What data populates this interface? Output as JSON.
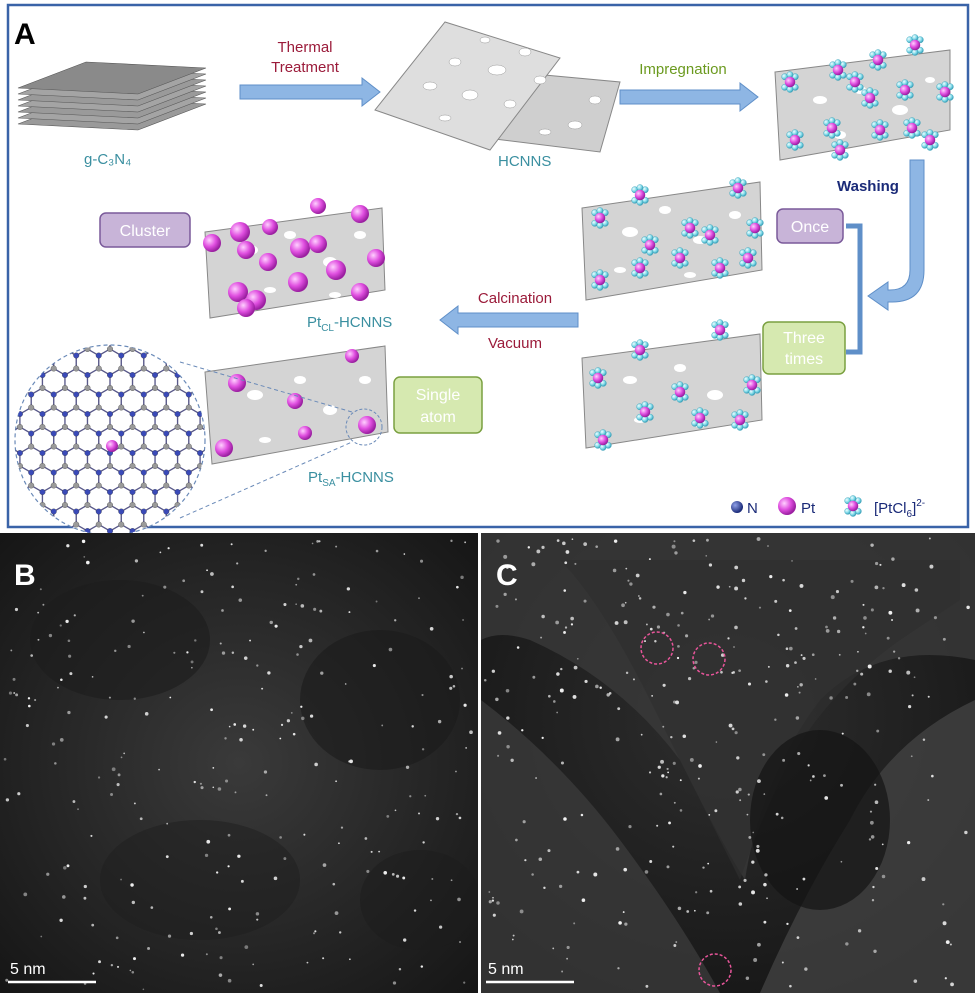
{
  "panel_a": {
    "label": "A",
    "materials": {
      "g_c3n4": "g-C₃N₄",
      "hcnns": "HCNNS",
      "pt_cl_prefix": "Pt",
      "pt_cl_sub": "CL",
      "pt_cl_suffix": "-HCNNS",
      "pt_sa_prefix": "Pt",
      "pt_sa_sub": "SA",
      "pt_sa_suffix": "-HCNNS"
    },
    "steps": {
      "thermal_1": "Thermal",
      "thermal_2": "Treatment",
      "impregnation": "Impregnation",
      "washing": "Washing",
      "calcination": "Calcination",
      "vacuum": "Vacuum"
    },
    "boxes": {
      "cluster": "Cluster",
      "once": "Once",
      "three_1": "Three",
      "three_2": "times",
      "single_1": "Single",
      "single_2": "atom"
    },
    "legend": {
      "n": "N",
      "pt": "Pt",
      "ptcl_main": "[PtCl",
      "ptcl_sub": "6",
      "ptcl_close": "]",
      "ptcl_sup": "2-"
    },
    "colors": {
      "border": "#3a63a8",
      "arrow": "#8eb6e4",
      "step_text": "#9b1b3a",
      "impregnation_text": "#6b9a1f",
      "washing_text": "#1a2a78",
      "material_text": "#3a8fa0",
      "cluster_box": "#c8b4d8",
      "green_box": "#d6e9b0",
      "pt": "#e04fe0",
      "cl": "#7ed8e8"
    }
  },
  "panel_b": {
    "label": "B",
    "scale": "5 nm"
  },
  "panel_c": {
    "label": "C",
    "scale": "5 nm"
  }
}
